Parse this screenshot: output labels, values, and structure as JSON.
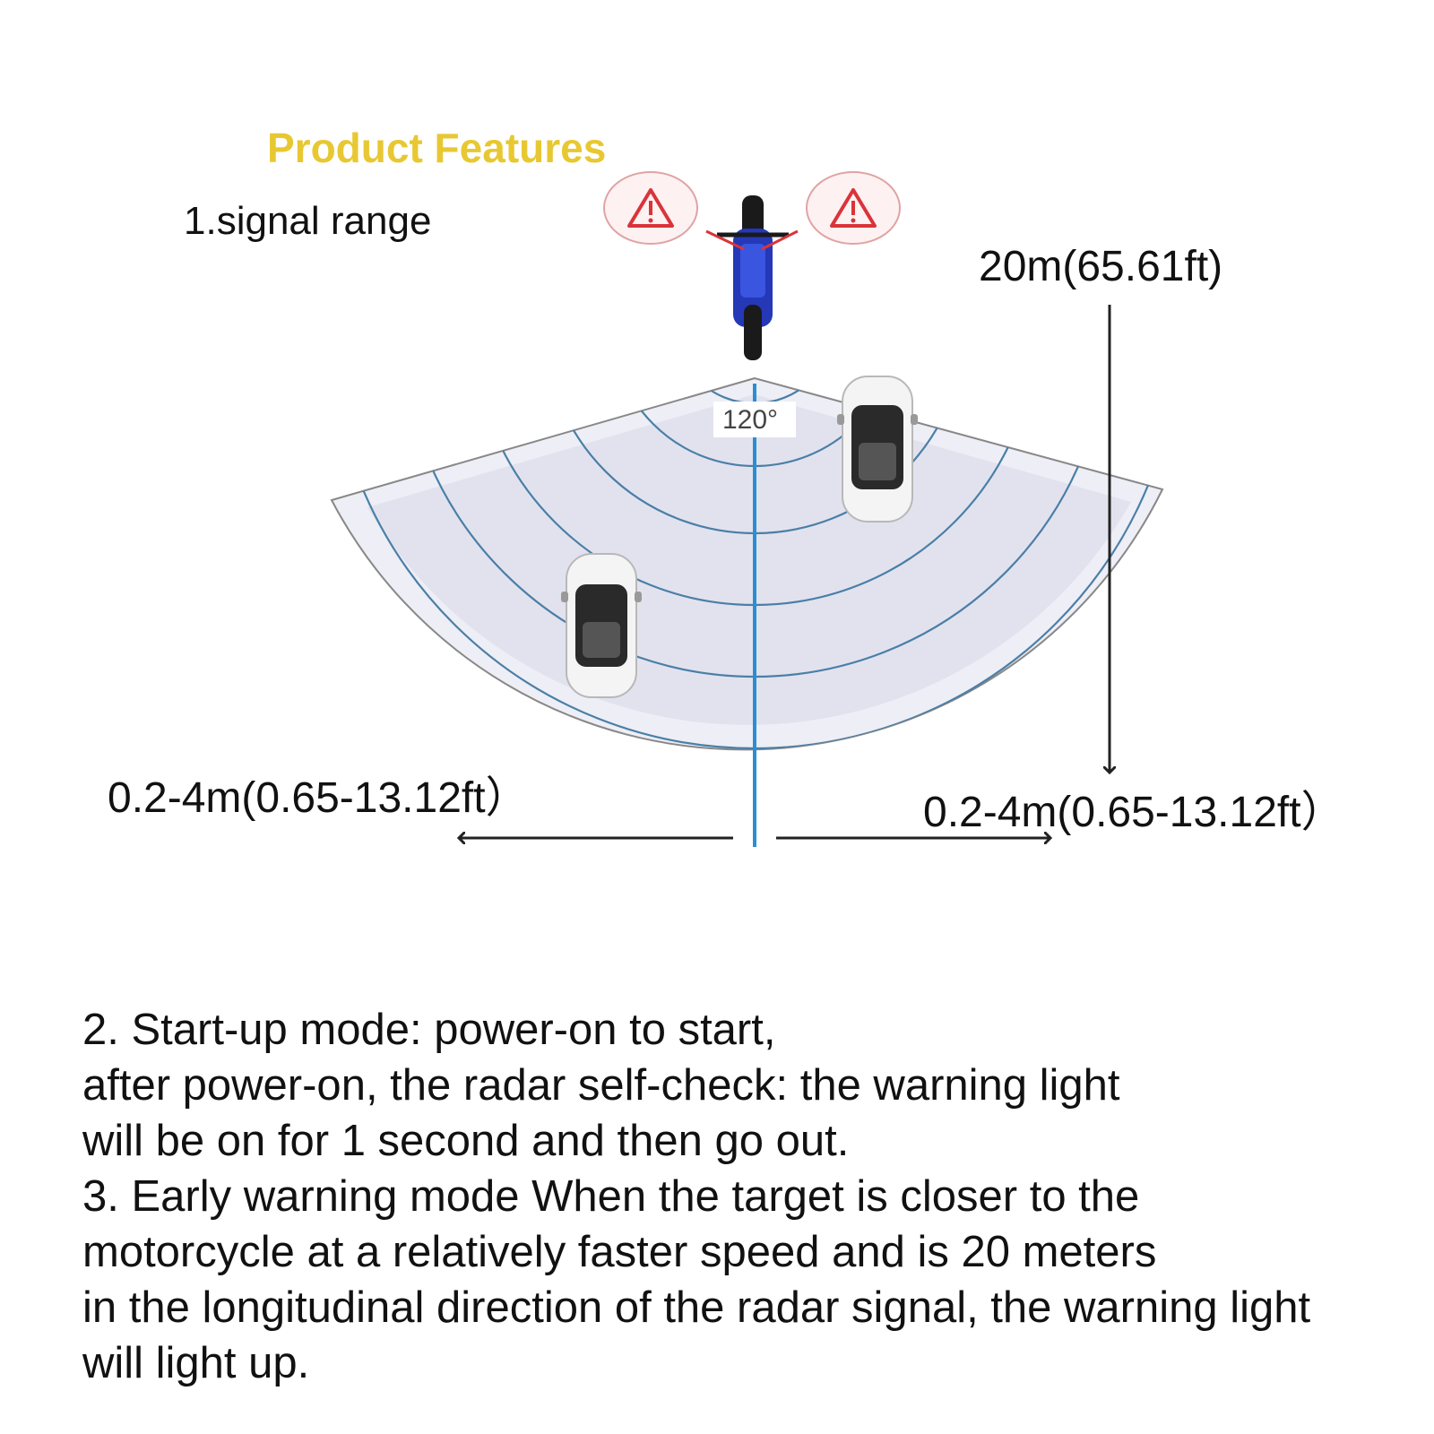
{
  "header": {
    "title": "Product Features",
    "section1": "1.signal range"
  },
  "diagram": {
    "angle_label": "120°",
    "distance_long": "20m(65.61ft)",
    "distance_side_left": "0.2-4m(0.65-13.12ft）",
    "distance_side_right": "0.2-4m(0.65-13.12ft）"
  },
  "body": {
    "lines": [
      "2. Start-up mode: power-on to start,",
      "after power-on, the radar self-check: the warning light",
      "will be on for 1 second and then go out.",
      "3. Early warning mode When the target is closer to the",
      "motorcycle at a relatively faster speed and is 20 meters",
      "in the longitudinal direction of the radar signal, the warning light",
      "will light up."
    ]
  },
  "colors": {
    "title": "#e8c832",
    "wave": "#4a7fa6",
    "axis": "#2a8fd0",
    "warning": "#d9343a",
    "motorcycle": "#2438b8"
  },
  "icons": [
    "warning-triangle-icon",
    "motorcycle-icon",
    "car-icon"
  ]
}
